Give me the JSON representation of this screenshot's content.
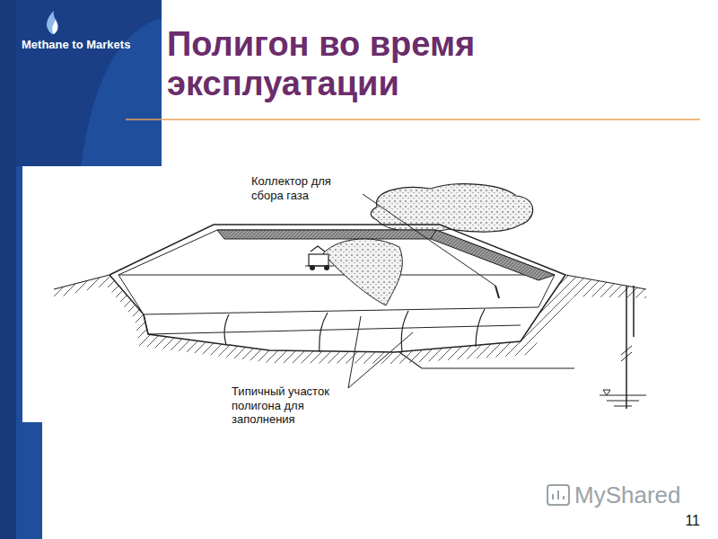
{
  "diagram": {
    "title": "Полигон во время эксплуатации",
    "labels": [
      "Methane to Markets",
      "Коллектор для сбора газа",
      "Типичный участок полигона для заполнения",
      "MyShared",
      "11"
    ]
  }
}
